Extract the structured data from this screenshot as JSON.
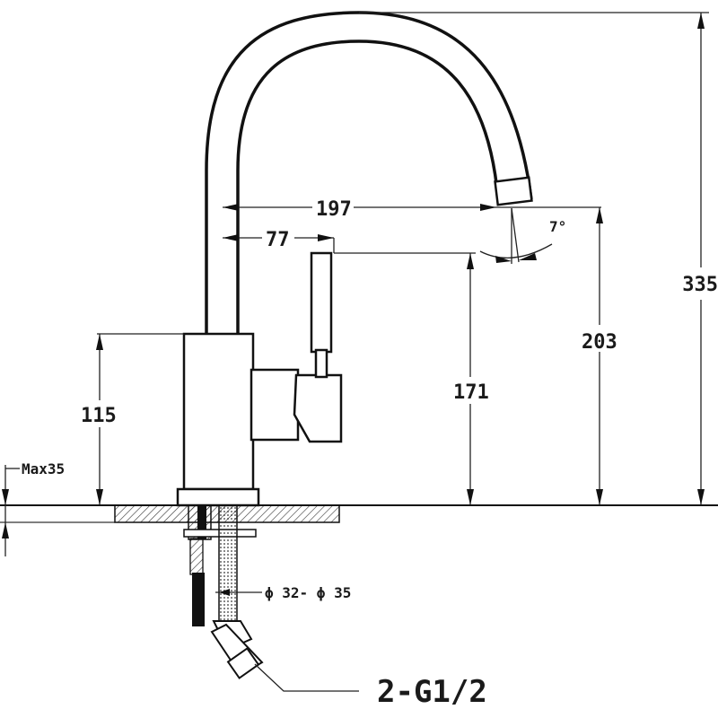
{
  "drawing": {
    "dim_overall_height": "335",
    "dim_spout_height": "203",
    "dim_handle_height": "171",
    "dim_body_height": "115",
    "dim_spout_reach": "197",
    "dim_handle_reach": "77",
    "dim_spout_angle": "7°",
    "dim_max_deck": "Max35",
    "dim_hole_diameter": "ϕ 32- ϕ 35",
    "dim_connection": "2-G1/2"
  }
}
